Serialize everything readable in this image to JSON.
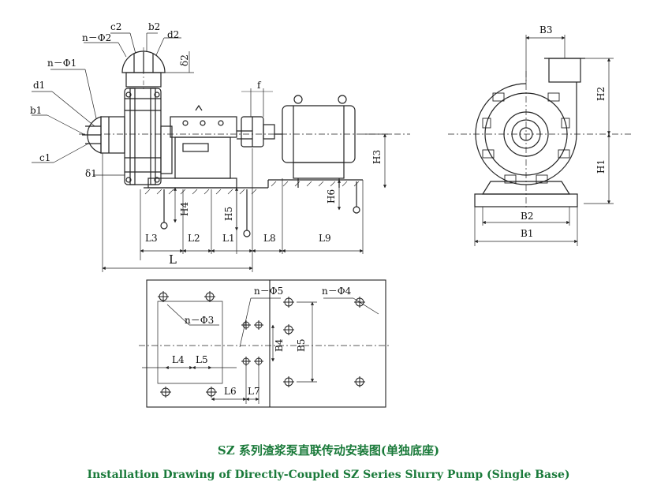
{
  "side_view": {
    "labels": {
      "c2": "c2",
      "b2": "b2",
      "d2": "d2",
      "n_phi2": "n－Φ2",
      "delta2": "δ2",
      "n_phi1": "n－Φ1",
      "d1": "d1",
      "b1": "b1",
      "c1": "c1",
      "delta1": "δ1",
      "f": "f",
      "H3": "H3",
      "H4": "H4",
      "H5": "H5",
      "H6": "H6",
      "L3": "L3",
      "L2": "L2",
      "L1": "L1",
      "L8": "L8",
      "L9": "L9",
      "L": "L"
    }
  },
  "end_view": {
    "labels": {
      "B3": "B3",
      "H2": "H2",
      "H1": "H1",
      "B2": "B2",
      "B1": "B1"
    }
  },
  "plan_view": {
    "labels": {
      "n_phi5": "n－Φ5",
      "n_phi4": "n－Φ4",
      "n_phi3": "n－Φ3",
      "B4": "B4",
      "B5": "B5",
      "L4": "L4",
      "L5": "L5",
      "L6": "L6",
      "L7": "L7"
    }
  },
  "caption": {
    "chinese": "SZ 系列渣浆泵直联传动安装图(单独底座)",
    "english": "Installation Drawing of Directly-Coupled SZ Series Slurry Pump (Single Base)"
  },
  "colors": {
    "caption": "#1a7a3a",
    "line": "#222222"
  }
}
